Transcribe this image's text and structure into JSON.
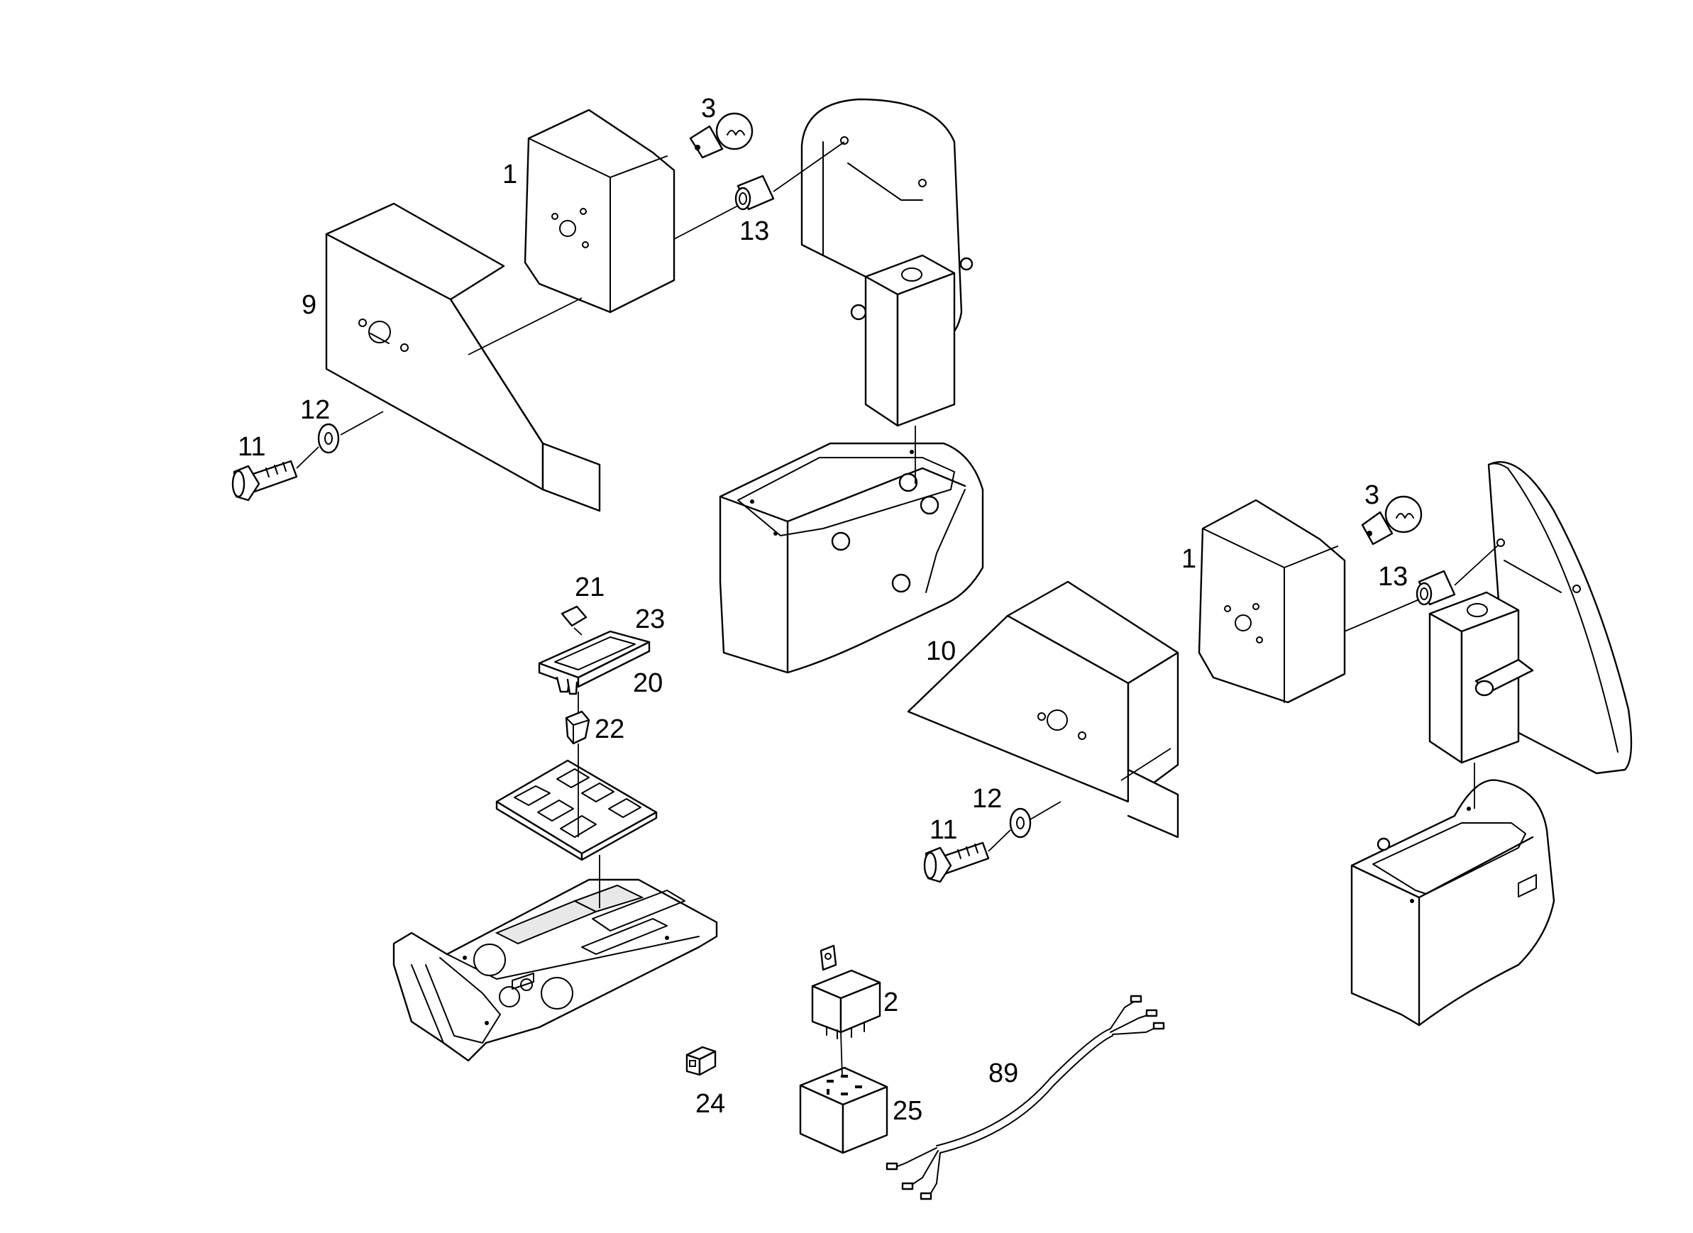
{
  "callouts": {
    "c1a": "1",
    "c3a": "3",
    "c13a": "13",
    "c9": "9",
    "c12a": "12",
    "c11a": "11",
    "c21": "21",
    "c23": "23",
    "c20": "20",
    "c22": "22",
    "c1b": "1",
    "c3b": "3",
    "c13b": "13",
    "c10": "10",
    "c12b": "12",
    "c11b": "11",
    "c2": "2",
    "c24": "24",
    "c25": "25",
    "c89": "89"
  }
}
